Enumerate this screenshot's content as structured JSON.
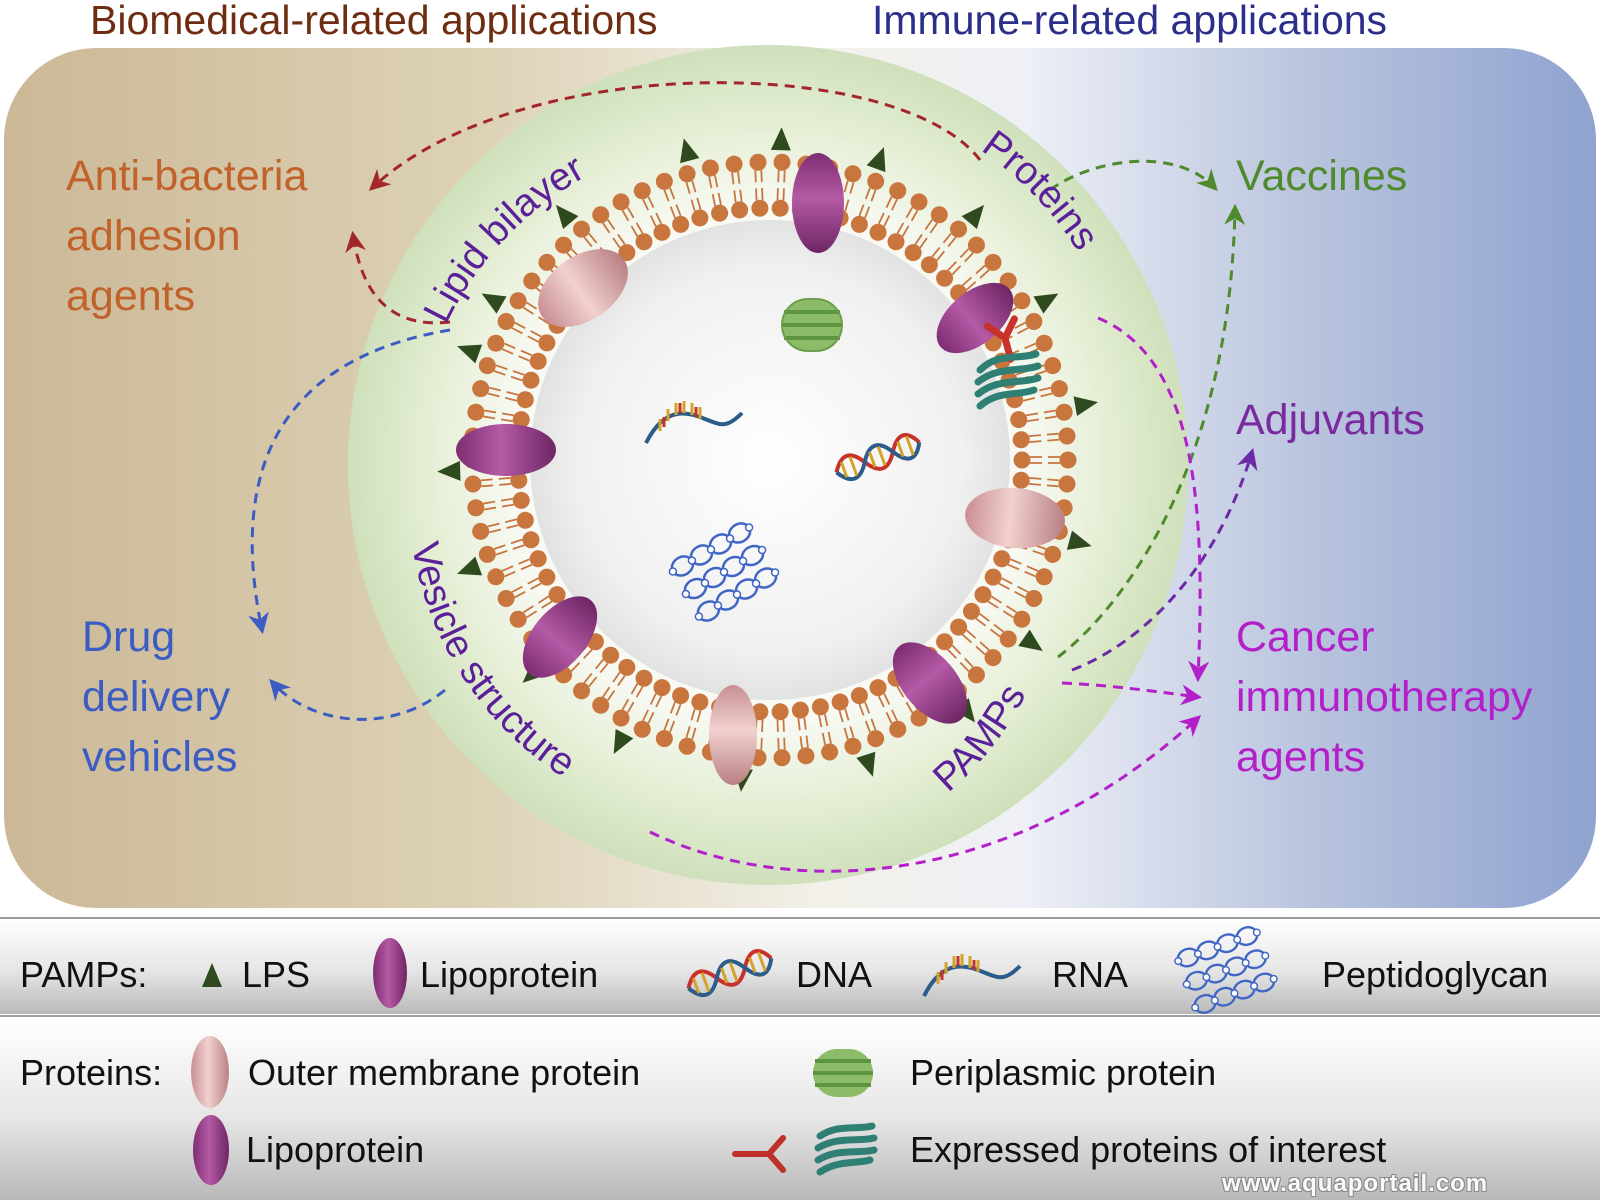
{
  "headers": {
    "left": "Biomedical-related applications",
    "right": "Immune-related applications"
  },
  "arc_labels": {
    "lipid_bilayer": "Lipid bilayer",
    "proteins": "Proteins",
    "vesicle_structure": "Vesicle structure",
    "pamps": "PAMPs"
  },
  "applications": {
    "anti_bacteria": [
      "Anti-bacteria",
      "adhesion",
      "agents"
    ],
    "drug_delivery": [
      "Drug",
      "delivery",
      "vehicles"
    ],
    "vaccines": [
      "Vaccines"
    ],
    "adjuvants": [
      "Adjuvants"
    ],
    "cancer": [
      "Cancer",
      "immunotherapy",
      "agents"
    ]
  },
  "legend": {
    "pamps_title": "PAMPs:",
    "lps": "LPS",
    "lipoprotein": "Lipoprotein",
    "dna": "DNA",
    "rna": "RNA",
    "peptidoglycan": "Peptidoglycan",
    "proteins_title": "Proteins:",
    "outer_membrane_protein": "Outer membrane protein",
    "periplasmic_protein": "Periplasmic protein",
    "lipoprotein2": "Lipoprotein",
    "expressed_proteins": "Expressed proteins of interest"
  },
  "watermark": "www.aquaportail.com",
  "colors": {
    "brown_header": "#6e2d10",
    "blue_header": "#2b2e8a",
    "anti_bacteria": "#c0622a",
    "drug_delivery": "#3b5cc2",
    "vaccines": "#4f8a2c",
    "adjuvants": "#7a2a9e",
    "cancer": "#b31fc9",
    "lipid_head": "#c8753e",
    "lipoprotein": "#9b3f8f",
    "outer_membrane_protein": "#d8a8ab",
    "lps": "#3d5a2a",
    "periplasmic": "#7fb35a"
  },
  "icons": [
    "lps-triangle-icon",
    "lipoprotein-ellipse-icon",
    "dna-helix-icon",
    "rna-strand-icon",
    "peptidoglycan-mesh-icon",
    "outer-membrane-protein-icon",
    "periplasmic-protein-icon",
    "antibody-y-icon",
    "expressed-protein-coil-icon"
  ]
}
